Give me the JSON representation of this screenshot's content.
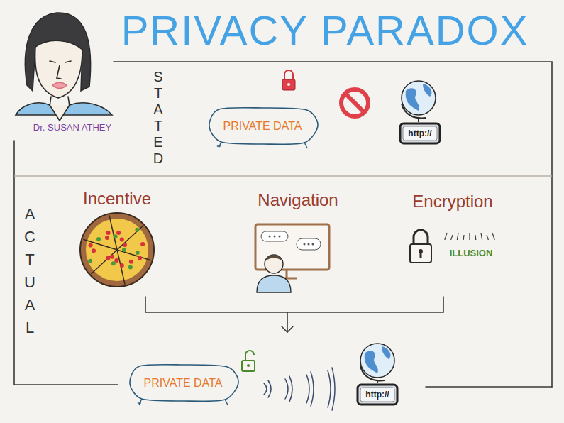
{
  "diagram": {
    "title": "PRIVACY PARADOX",
    "nodes": [
      {
        "text": [
          "PRIVATE DATA"
        ]
      },
      {
        "text": [
          "http://"
        ]
      },
      {
        "text": [
          "PRIVATE DATA"
        ]
      },
      {
        "text": [
          "http://"
        ]
      }
    ],
    "labels": [
      "Dr. SUSAN ATHEY",
      "STATED",
      "ACTUAL",
      "Incentive",
      "Navigation",
      "Encryption",
      "ILLUSION"
    ]
  }
}
